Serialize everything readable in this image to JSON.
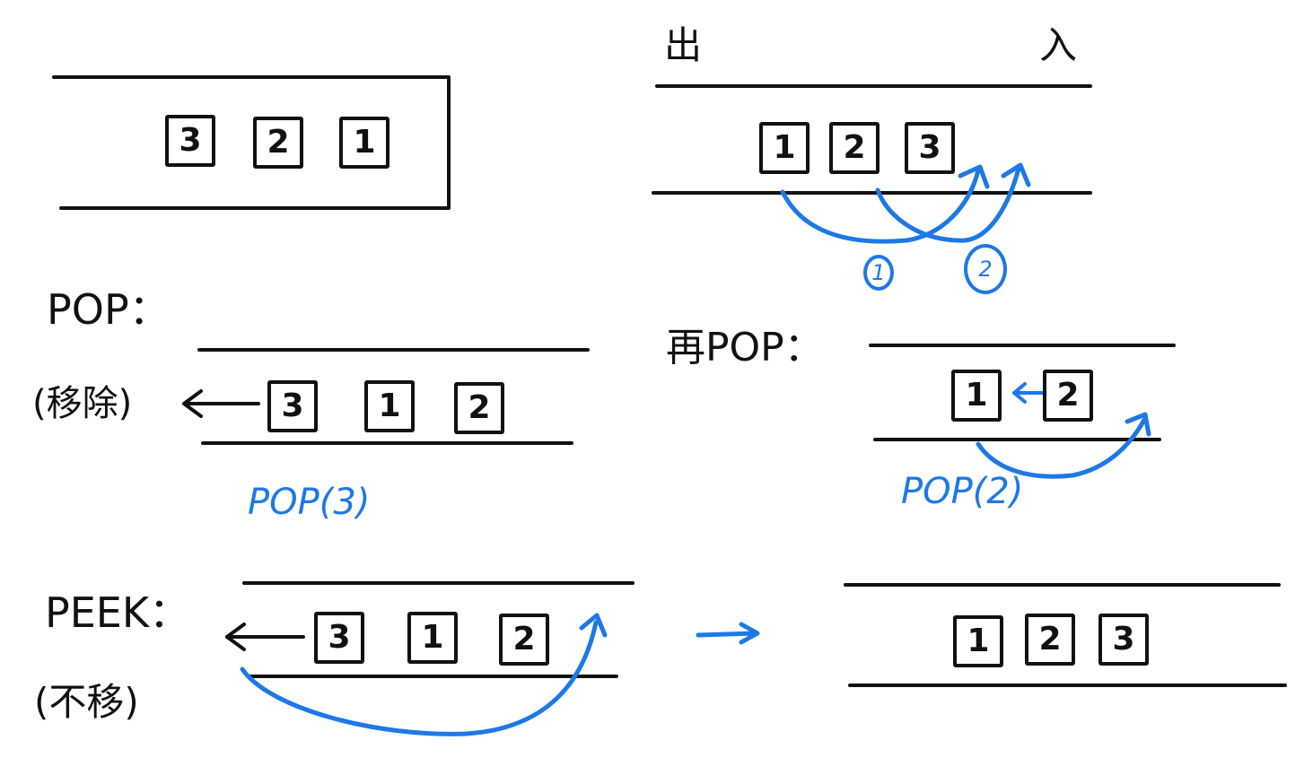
{
  "labels": {
    "out": "出",
    "in": "入",
    "pop": "POP：",
    "remove": "(移除)",
    "pop_again": "再POP：",
    "peek": "PEEK：",
    "no_move": "(不移)"
  },
  "annotations": {
    "pop3": "POP(3)",
    "pop2": "POP(2)",
    "step1": "1",
    "step2": "2"
  },
  "stack_items": {
    "top_left": [
      "3",
      "2",
      "1"
    ],
    "top_right": [
      "1",
      "2",
      "3"
    ],
    "pop_row": [
      "3",
      "1",
      "2"
    ],
    "pop_again_row": [
      "1",
      "2"
    ],
    "peek_row": [
      "3",
      "1",
      "2"
    ],
    "result_row": [
      "1",
      "2",
      "3"
    ]
  },
  "colors": {
    "ink": "#111111",
    "annotation": "#1e78e6"
  }
}
